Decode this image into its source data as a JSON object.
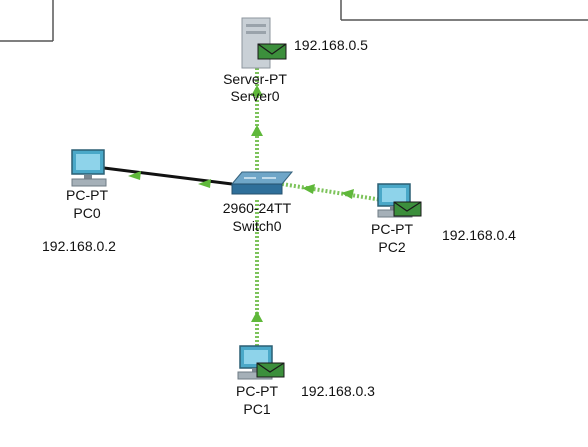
{
  "colors": {
    "link_idle": "#111111",
    "link_active": "#7dc35b",
    "link_triangle": "#5fb83a",
    "envelope": "#3c8f3c",
    "panel_border": "#555555"
  },
  "devices": {
    "server": {
      "model": "Server-PT",
      "name": "Server0",
      "ip": "192.168.0.5",
      "icon": "server-icon"
    },
    "switch": {
      "model": "2960-24TT",
      "name": "Switch0",
      "icon": "switch-icon"
    },
    "pc0": {
      "model": "PC-PT",
      "name": "PC0",
      "ip": "192.168.0.2",
      "icon": "pc-icon"
    },
    "pc1": {
      "model": "PC-PT",
      "name": "PC1",
      "ip": "192.168.0.3",
      "icon": "pc-icon"
    },
    "pc2": {
      "model": "PC-PT",
      "name": "PC2",
      "ip": "192.168.0.4",
      "icon": "pc-icon"
    }
  }
}
